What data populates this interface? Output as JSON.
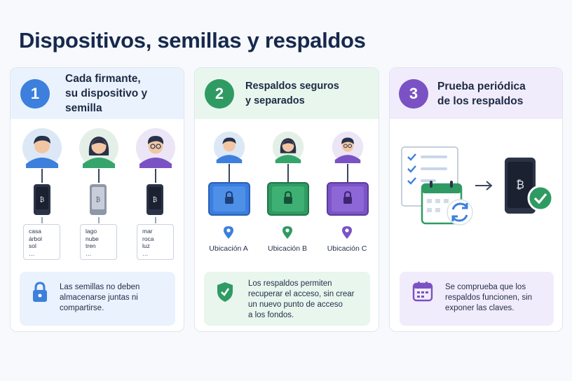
{
  "title": "Dispositivos, semillas y respaldos",
  "panels": [
    {
      "number": "1",
      "title_lines": [
        "Cada firmante,",
        "su dispositivo y semilla"
      ],
      "seeds": [
        [
          "casa",
          "árbol",
          "sol",
          "…"
        ],
        [
          "lago",
          "nube",
          "tren",
          "…"
        ],
        [
          "mar",
          "roca",
          "luz",
          "…"
        ]
      ],
      "note_lines": [
        "Las semillas no deben",
        "almacenarse juntas ni",
        "compartirse."
      ],
      "icons": [
        "person-avatar-icon",
        "bitcoin-phone-icon",
        "padlock-icon"
      ]
    },
    {
      "number": "2",
      "title_lines": [
        "Respaldos seguros",
        "y separados"
      ],
      "locations": [
        "Ubicación A",
        "Ubicación B",
        "Ubicación C"
      ],
      "note_lines": [
        "Los respaldos permiten",
        "recuperar el acceso, sin crear",
        "un nuevo punto de acceso",
        "a los fondos."
      ],
      "icons": [
        "safe-icon",
        "location-pin-icon",
        "shield-check-icon"
      ]
    },
    {
      "number": "3",
      "title_lines": [
        "Prueba periódica",
        "de los respaldos"
      ],
      "note_lines": [
        "Se comprueba que los",
        "respaldos funcionen, sin",
        "exponer las claves."
      ],
      "icons": [
        "checklist-icon",
        "calendar-refresh-icon",
        "arrow-right-icon",
        "phone-verified-icon",
        "calendar-icon"
      ]
    }
  ],
  "colors": {
    "blue": "#3d7fdc",
    "green": "#2f9b63",
    "purple": "#7a52c4",
    "title": "#16294d"
  }
}
